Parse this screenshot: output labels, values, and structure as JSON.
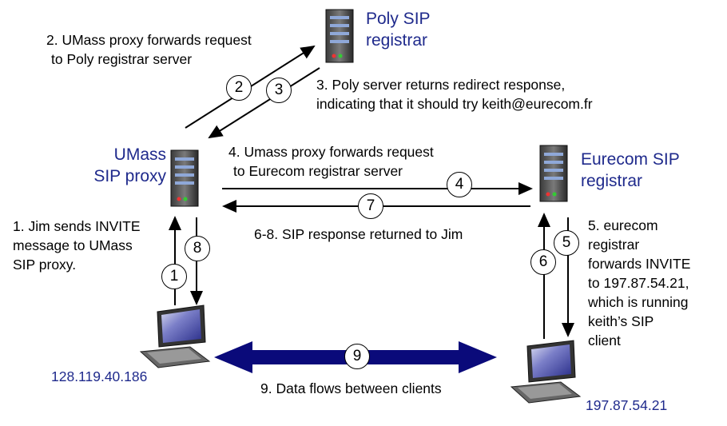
{
  "nodes": {
    "poly": {
      "line1": "Poly SIP",
      "line2": "registrar"
    },
    "umass": {
      "line1": "UMass",
      "line2": "SIP proxy"
    },
    "eurecom": {
      "line1": "Eurecom  SIP",
      "line2": "registrar"
    },
    "jim_ip": "128.119.40.186",
    "keith_ip": "197.87.54.21"
  },
  "steps": {
    "s1": [
      "1. Jim sends INVITE",
      "message to UMass",
      "SIP proxy."
    ],
    "s2": [
      "2. UMass proxy forwards request",
      "to Poly registrar server"
    ],
    "s3": [
      "3. Poly server returns redirect response,",
      "indicating that it should  try keith@eurecom.fr"
    ],
    "s4": [
      "4. Umass proxy forwards request",
      "to Eurecom registrar server"
    ],
    "s5": [
      "5. eurecom",
      "registrar",
      "forwards INVITE",
      "to 197.87.54.21,",
      "which is running",
      "keith’s SIP",
      "client"
    ],
    "s68": "6-8. SIP response returned to Jim",
    "s9": "9. Data flows between clients"
  },
  "numbers": [
    "1",
    "2",
    "3",
    "4",
    "5",
    "6",
    "7",
    "8",
    "9"
  ],
  "colors": {
    "label_blue": "#1f2a8c",
    "data_arrow": "#0a0a7a"
  }
}
